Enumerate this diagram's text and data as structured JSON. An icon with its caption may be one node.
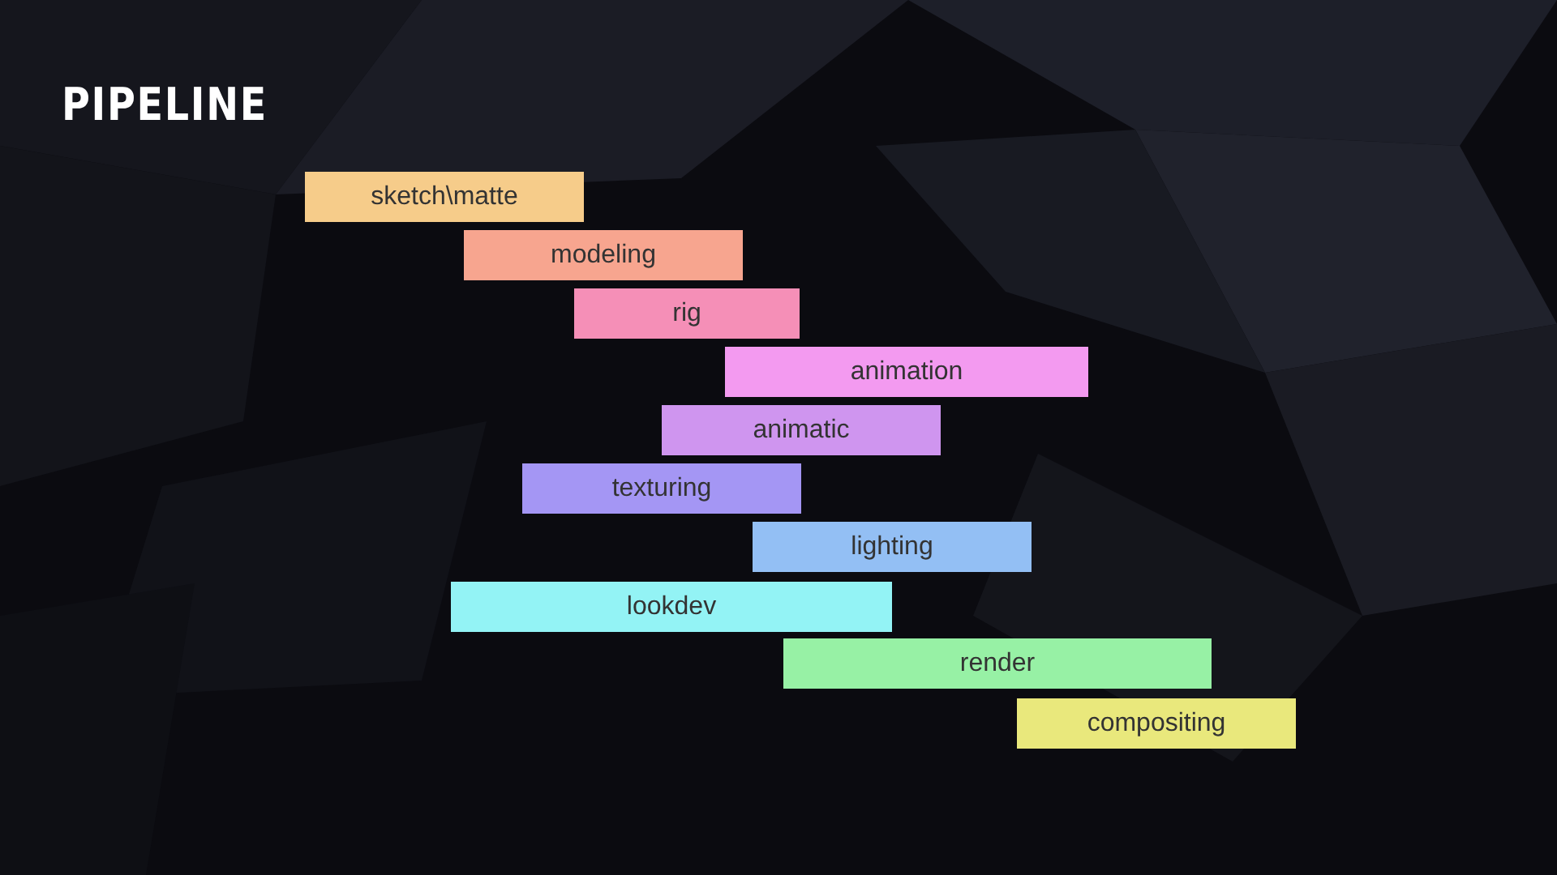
{
  "diagram": {
    "title": "PIPELINE",
    "nodes": [
      {
        "text": [
          "sketch\\matte"
        ]
      },
      {
        "text": [
          "modeling"
        ]
      },
      {
        "text": [
          "rig"
        ]
      },
      {
        "text": [
          "animation"
        ]
      },
      {
        "text": [
          "animatic"
        ]
      },
      {
        "text": [
          "texturing"
        ]
      },
      {
        "text": [
          "lighting"
        ]
      },
      {
        "text": [
          "lookdev"
        ]
      },
      {
        "text": [
          "render"
        ]
      },
      {
        "text": [
          "compositing"
        ]
      }
    ]
  }
}
